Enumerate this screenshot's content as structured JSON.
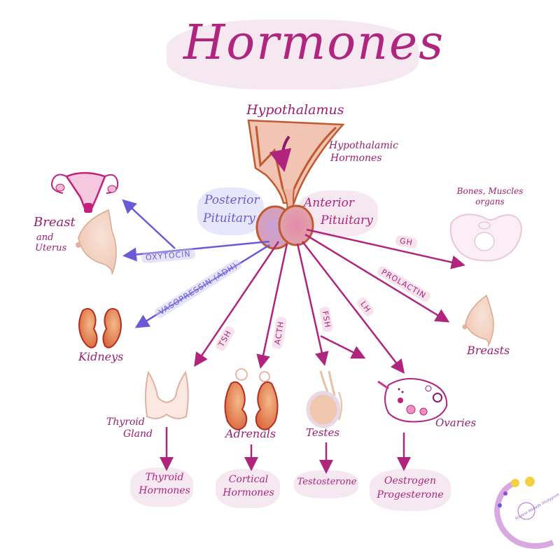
{
  "title": "Hormones",
  "colors": {
    "title": "#b0267f",
    "label_text": "#9b1d6e",
    "posterior_arrows": "#6a5ad8",
    "anterior_arrows": "#b0247d",
    "gland_fill": "#e8b09a",
    "gland_outline": "#c05a30"
  },
  "hypothalamus": {
    "label": "Hypothalamus",
    "hormones_label_line1": "Hypothalamic",
    "hormones_label_line2": "Hormones"
  },
  "pituitary": {
    "posterior_line1": "Posterior",
    "posterior_line2": "Pituitary",
    "anterior_line1": "Anterior",
    "anterior_line2": "Pituitary"
  },
  "posterior_hormones": [
    {
      "hormone": "OXYTOCIN",
      "targets": [
        "Breast and Uterus"
      ]
    },
    {
      "hormone": "VASOPRESSIN (ADH)",
      "targets": [
        "Kidneys"
      ]
    }
  ],
  "anterior_hormones": [
    {
      "hormone": "GH",
      "target": "Bones, Muscles organs"
    },
    {
      "hormone": "PROLACTIN",
      "target": "Breasts"
    },
    {
      "hormone": "TSH",
      "target": "Thyroid Gland",
      "product": "Thyroid Hormones"
    },
    {
      "hormone": "ACTH",
      "target": "Adrenals",
      "product": "Cortical Hormones"
    },
    {
      "hormone": "FSH",
      "target": "Testes",
      "product": "Testosterone"
    },
    {
      "hormone": "LH",
      "target": "Ovaries",
      "product": "Oestrogen Progesterone"
    }
  ],
  "targets": {
    "breast_uterus_line1": "Breast",
    "breast_uterus_line2": "and",
    "breast_uterus_line3": "Uterus",
    "bones_line1": "Bones, Muscles",
    "bones_line2": "organs",
    "kidneys": "Kidneys",
    "breasts": "Breasts",
    "thyroid_line1": "Thyroid",
    "thyroid_line2": "Gland",
    "adrenals": "Adrenals",
    "testes": "Testes",
    "ovaries": "Ovaries"
  },
  "products": {
    "thyroid_line1": "Thyroid",
    "thyroid_line2": "Hormones",
    "cortical_line1": "Cortical",
    "cortical_line2": "Hormones",
    "testosterone": "Testosterone",
    "oestrogen_line1": "Oestrogen",
    "oestrogen_line2": "Progesterone"
  },
  "arrow_labels": {
    "oxytocin": "OXYTOCIN",
    "vasopressin": "VASOPRESSIN (ADH)",
    "gh": "GH",
    "prolactin": "PROLACTIN",
    "tsh": "TSH",
    "acth": "ACTH",
    "fsh": "FSH",
    "lh": "LH"
  },
  "watermark": {
    "text": "Student Midwife Studygram"
  }
}
